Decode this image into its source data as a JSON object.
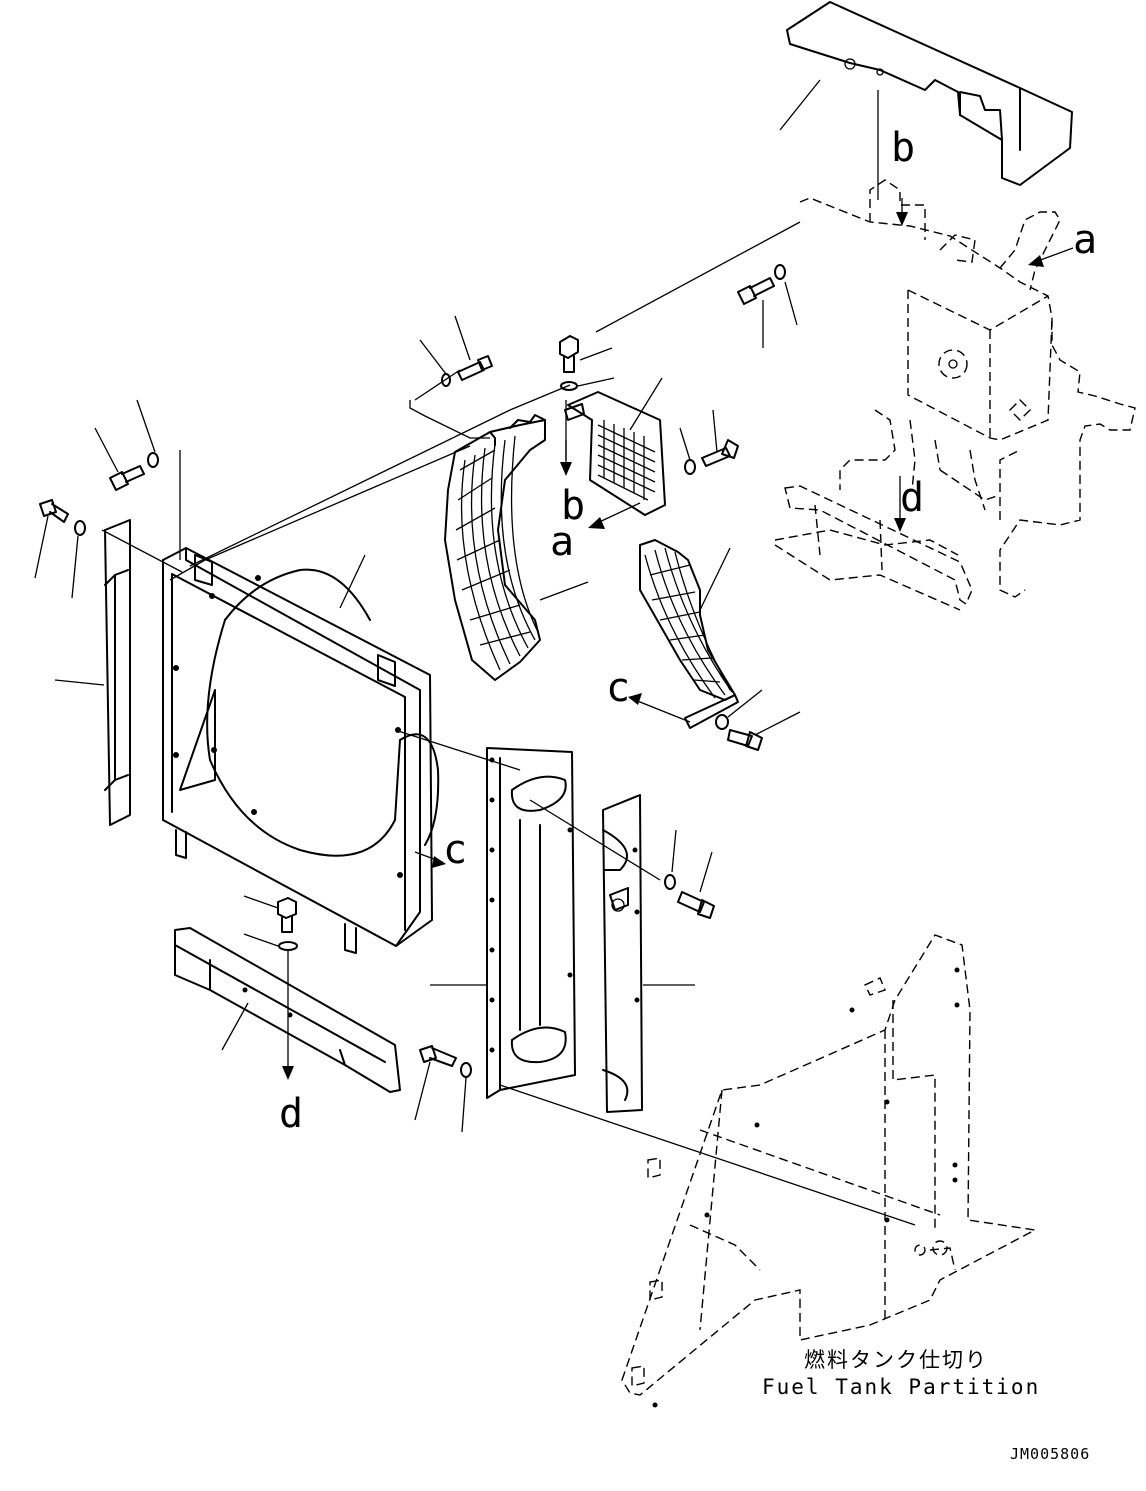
{
  "refs": {
    "b_top": "b",
    "a_right": "a",
    "b_mid": "b",
    "a_mid": "a",
    "d_right": "d",
    "c_right": "c",
    "c_left": "c",
    "d_bottom": "d"
  },
  "partition_label": {
    "jp": "燃料タンク仕切り",
    "en": "Fuel Tank Partition"
  },
  "drawing_code": "JM005806"
}
